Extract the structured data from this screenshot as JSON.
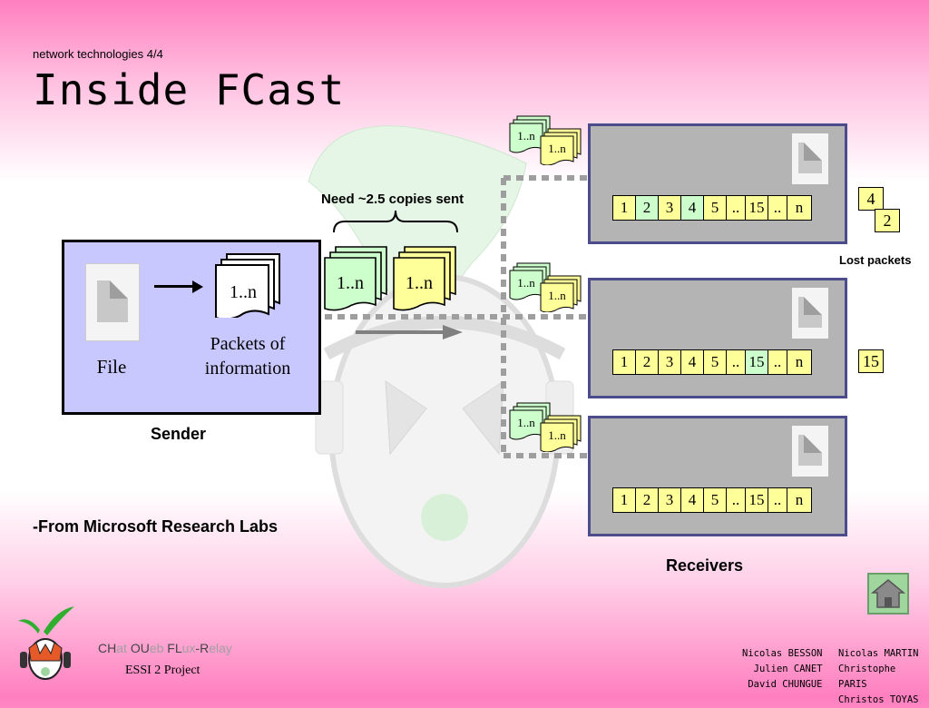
{
  "header": {
    "subtitle": "network technologies 4/4",
    "title": "Inside FCast"
  },
  "sender": {
    "file_label": "File",
    "packets_stack_label": "1..n",
    "packets_caption_line1": "Packets of",
    "packets_caption_line2": "information",
    "label": "Sender"
  },
  "transmission": {
    "need_label": "Need ~2.5 copies sent",
    "copy_green_label": "1..n",
    "copy_yellow_label": "1..n",
    "small_stack_green": "1..n",
    "small_stack_yellow": "1..n"
  },
  "receivers": {
    "label": "Receivers",
    "rows": [
      {
        "cells": [
          {
            "t": "1",
            "green": false
          },
          {
            "t": "2",
            "green": true
          },
          {
            "t": "3",
            "green": false
          },
          {
            "t": "4",
            "green": true
          },
          {
            "t": "5",
            "green": false
          },
          {
            "t": "..",
            "green": false
          },
          {
            "t": "15",
            "green": false
          },
          {
            "t": "..",
            "green": false
          },
          {
            "t": "n",
            "green": false
          }
        ],
        "lost": [
          "4",
          "2"
        ]
      },
      {
        "cells": [
          {
            "t": "1",
            "green": false
          },
          {
            "t": "2",
            "green": false
          },
          {
            "t": "3",
            "green": false
          },
          {
            "t": "4",
            "green": false
          },
          {
            "t": "5",
            "green": false
          },
          {
            "t": "..",
            "green": false
          },
          {
            "t": "15",
            "green": true
          },
          {
            "t": "..",
            "green": false
          },
          {
            "t": "n",
            "green": false
          }
        ],
        "lost": [
          "15"
        ]
      },
      {
        "cells": [
          {
            "t": "1",
            "green": false
          },
          {
            "t": "2",
            "green": false
          },
          {
            "t": "3",
            "green": false
          },
          {
            "t": "4",
            "green": false
          },
          {
            "t": "5",
            "green": false
          },
          {
            "t": "..",
            "green": false
          },
          {
            "t": "15",
            "green": false
          },
          {
            "t": "..",
            "green": false
          },
          {
            "t": "n",
            "green": false
          }
        ],
        "lost": []
      }
    ],
    "lost_label": "Lost packets"
  },
  "notes": {
    "source": "-From Microsoft Research Labs"
  },
  "nav": {
    "home_icon": "home-icon"
  },
  "footer": {
    "brand": {
      "p1": "CH",
      "p2": "at ",
      "p3": "OU",
      "p4": "eb ",
      "p5": "FL",
      "p6": "ux",
      "p7": "-R",
      "p8": "elay"
    },
    "project": "ESSI 2 Project",
    "authors_left": [
      "Nicolas BESSON",
      "Julien CANET",
      "David CHUNGUE"
    ],
    "authors_right": [
      "Nicolas MARTIN",
      "Christophe PARIS",
      "Christos TOYAS"
    ]
  },
  "colors": {
    "packet_yellow": "#ffff99",
    "packet_green": "#ccffcc",
    "sender_fill": "#c8c8ff",
    "receiver_fill": "#b4b4b4",
    "receiver_border": "#4c4c8c",
    "pink": "#ff7fbf"
  }
}
